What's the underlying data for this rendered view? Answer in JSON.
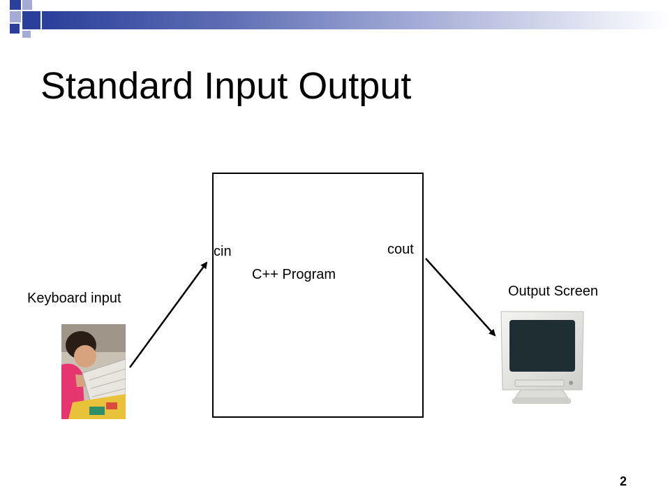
{
  "slide": {
    "title": "Standard Input Output",
    "page_number": "2"
  },
  "diagram": {
    "program_label": "C++ Program",
    "input_stream": "cin",
    "output_stream": "cout",
    "keyboard_label": "Keyboard input",
    "screen_label": "Output Screen"
  },
  "colors": {
    "header_dark": "#2a3f9a",
    "header_light": "#a4acd6",
    "monitor_screen": "#1f2e33"
  }
}
